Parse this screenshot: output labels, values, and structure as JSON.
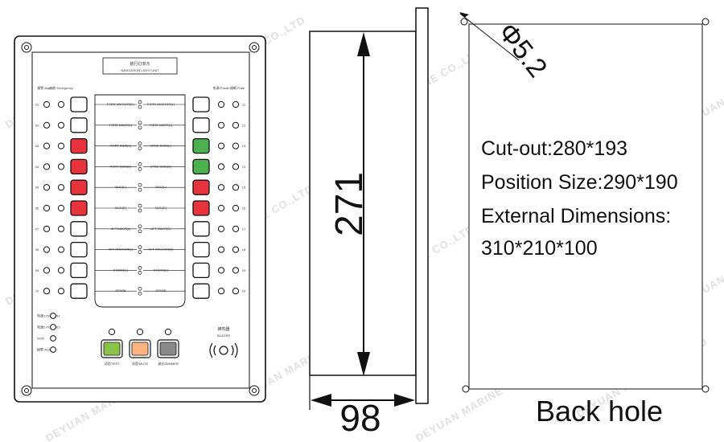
{
  "panel": {
    "header_cn": "航行灯单元",
    "header_en": "NAVIGATION LIGHT UNIT",
    "col_labels_left": [
      "报警 Alarm",
      "应急 Emergency"
    ],
    "col_labels_right": [
      "电源 Power",
      "熔断 Fuse"
    ],
    "rows": [
      {
        "left_num": "01",
        "right_num": "11",
        "left_label": "FORE ANCHOR(L)",
        "right_label": "FORE ANCHOR(L)",
        "left_color": "#ffffff",
        "right_color": "#ffffff"
      },
      {
        "left_num": "02",
        "right_num": "12",
        "left_label": "FORE MAST(L)",
        "right_label": "FORE MAST(L)",
        "left_color": "#ffffff",
        "right_color": "#ffffff"
      },
      {
        "left_num": "03",
        "right_num": "13",
        "left_label": "PORT SIDE(L)",
        "right_label": "STBD SIDE(L)",
        "left_color": "#e8323c",
        "right_color": "#4caf50"
      },
      {
        "left_num": "04",
        "right_num": "14",
        "left_label": "PORT SIDE(E)",
        "right_label": "STBD SIDE(E)",
        "left_color": "#e8323c",
        "right_color": "#4caf50"
      },
      {
        "left_num": "05",
        "right_num": "15",
        "left_label": "NUC(L)",
        "right_label": "NUC(L)",
        "left_color": "#e8323c",
        "right_color": "#e8323c"
      },
      {
        "left_num": "06",
        "right_num": "16",
        "left_label": "NUC(E)",
        "right_label": "NUC(E)",
        "left_color": "#e8323c",
        "right_color": "#e8323c"
      },
      {
        "left_num": "07",
        "right_num": "17",
        "left_label": "AFT MAST(L)",
        "right_label": "AFT MAST(E)",
        "left_color": "#ffffff",
        "right_color": "#ffffff"
      },
      {
        "left_num": "08",
        "right_num": "18",
        "left_label": "AFT ANCHOR(L)",
        "right_label": "AFT ANCHOR(E)",
        "left_color": "#ffffff",
        "right_color": "#ffffff"
      },
      {
        "left_num": "09",
        "right_num": "19",
        "left_label": "STERN(L)",
        "right_label": "STERN(E)",
        "left_color": "#ffffff",
        "right_color": "#ffffff"
      },
      {
        "left_num": "10",
        "right_num": "20",
        "left_label": "SPARE",
        "right_label": "SPARE",
        "left_color": "#ffffff",
        "right_color": "#ffffff"
      }
    ],
    "status_labels": [
      "电源1 POWER1",
      "电源2 POWER2",
      "SON",
      "报警 ALARM"
    ],
    "bottom_buttons": [
      {
        "label": "试验/TEST",
        "color": "#8bc34a"
      },
      {
        "label": "消音/MUTE",
        "color": "#ffb380"
      },
      {
        "label": "调光/DIMMER",
        "color": "#8a8a8a"
      }
    ],
    "buzzer_cn": "蜂鸣器",
    "buzzer_en": "BUZZER"
  },
  "side_view": {
    "height_dim": "271",
    "depth_dim": "98"
  },
  "back_view": {
    "hole_dim": "Φ5.2",
    "specs": [
      "Cut-out:280*193",
      "Position Size:290*190",
      "External Dimensions:",
      "310*210*100"
    ],
    "caption": "Back hole"
  },
  "watermark": "DEYUAN MARINE CO.,LTD",
  "colors": {
    "line": "#111111",
    "red": "#e8323c",
    "green": "#4caf50"
  }
}
